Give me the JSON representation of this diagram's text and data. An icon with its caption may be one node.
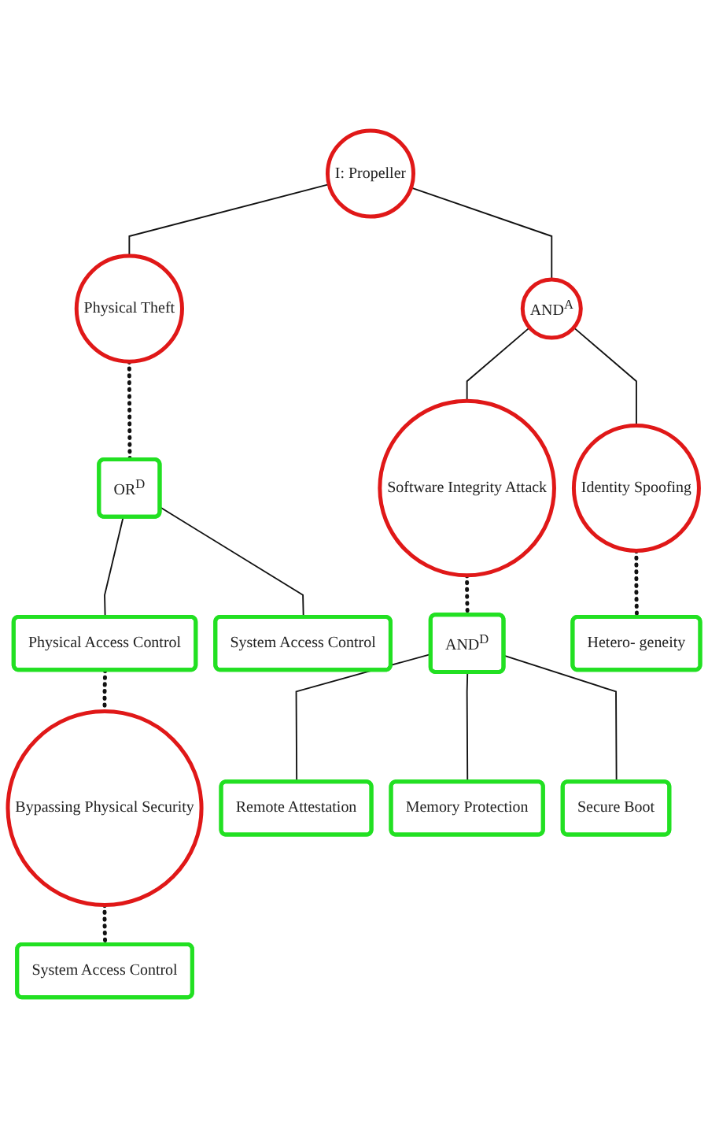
{
  "diagram": {
    "nodes": [
      {
        "text": [
          "I: Propeller"
        ]
      },
      {
        "text": [
          "Physical Theft"
        ]
      },
      {
        "text": [
          "AND$^{A}$"
        ]
      },
      {
        "text": [
          "OR$^{D}$"
        ]
      },
      {
        "text": [
          "Software Integrity Attack"
        ]
      },
      {
        "text": [
          "Identity Spoofing"
        ]
      },
      {
        "text": [
          "Physical Access Control"
        ]
      },
      {
        "text": [
          "System Access Control"
        ]
      },
      {
        "text": [
          "AND$^{D}$"
        ]
      },
      {
        "text": [
          "Hetero- geneity"
        ]
      },
      {
        "text": [
          "Bypassing Physical Security"
        ]
      },
      {
        "text": [
          "Remote Attestation"
        ]
      },
      {
        "text": [
          "Memory Protection"
        ]
      },
      {
        "text": [
          "Secure Boot"
        ]
      },
      {
        "text": [
          "System Access Control"
        ]
      }
    ],
    "edges": [
      {
        "from": 0,
        "to": 1,
        "arrow": "none"
      },
      {
        "from": 0,
        "to": 2,
        "arrow": "none"
      },
      {
        "from": 1,
        "to": 3,
        "arrow": "none",
        "style": "dashed"
      },
      {
        "from": 2,
        "to": 4,
        "arrow": "none"
      },
      {
        "from": 2,
        "to": 5,
        "arrow": "none"
      },
      {
        "from": 3,
        "to": 6,
        "arrow": "none"
      },
      {
        "from": 3,
        "to": 7,
        "arrow": "none"
      },
      {
        "from": 4,
        "to": 8,
        "arrow": "none",
        "style": "dashed"
      },
      {
        "from": 5,
        "to": 9,
        "arrow": "none",
        "style": "dashed"
      },
      {
        "from": 6,
        "to": 10,
        "arrow": "none",
        "style": "dashed"
      },
      {
        "from": 8,
        "to": 11,
        "arrow": "none"
      },
      {
        "from": 8,
        "to": 12,
        "arrow": "none"
      },
      {
        "from": 8,
        "to": 13,
        "arrow": "none"
      },
      {
        "from": 10,
        "to": 14,
        "arrow": "none",
        "style": "dashed"
      }
    ]
  }
}
